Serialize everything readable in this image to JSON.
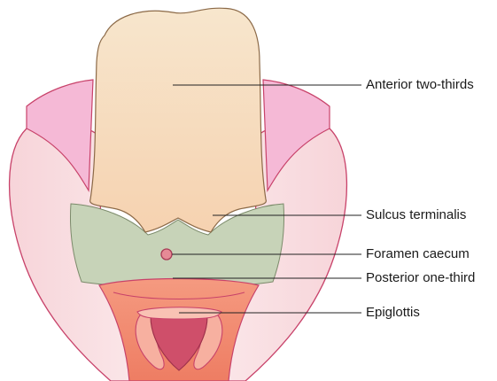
{
  "labels": {
    "anterior": "Anterior two-thirds",
    "sulcus": "Sulcus terminalis",
    "foramen": "Foramen caecum",
    "posterior": "Posterior one-third",
    "epiglottis": "Epiglottis"
  },
  "colors": {
    "pharynx_wall": "#f6dde0",
    "pharynx_outline": "#c8426a",
    "lateral_fold": "#f5b9d6",
    "anterior_tongue": "#f8d9b8",
    "posterior_tongue": "#c7d3b8",
    "foramen": "#e68a96",
    "epiglottis_base": "#f08a6e",
    "epiglottis_inner": "#cf4f6a",
    "leader_line": "#222222"
  }
}
